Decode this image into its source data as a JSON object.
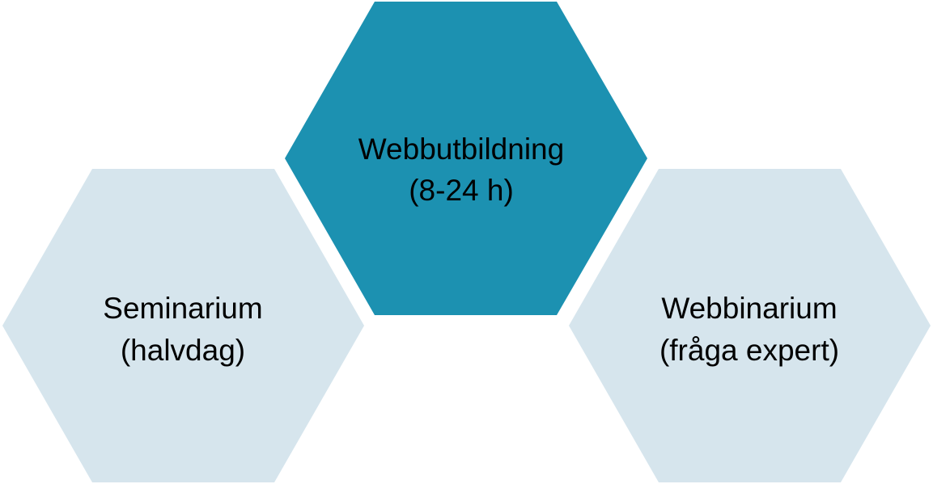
{
  "hexagons": [
    {
      "id": "webbutbildning",
      "line1": "Webbutbildning",
      "line2": "(8-24 h)",
      "fill": "#1c91b1"
    },
    {
      "id": "seminarium",
      "line1": "Seminarium",
      "line2": "(halvdag)",
      "fill": "#d6e5ed"
    },
    {
      "id": "webbinarium",
      "line1": "Webbinarium",
      "line2": "(fråga expert)",
      "fill": "#d6e5ed"
    }
  ]
}
